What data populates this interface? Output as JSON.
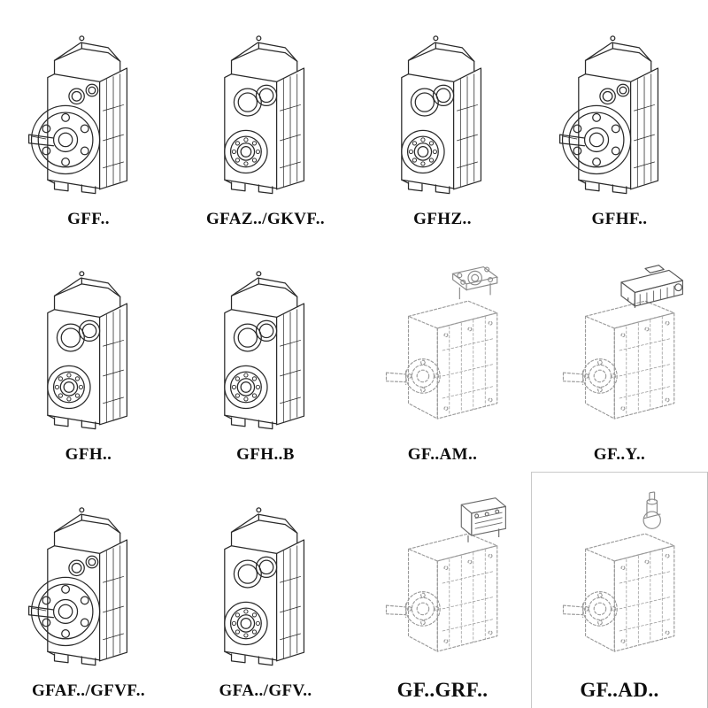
{
  "page": {
    "background": "#ffffff",
    "ink_color": "#2a2a2a",
    "ghost_color": "#9b9b9b",
    "description": "Catalog sheet of parallel shaft helical gearbox type variants, isometric line drawings with model designations"
  },
  "grid": {
    "columns": 4,
    "rows": 3,
    "cells": [
      {
        "label": "GFF..",
        "drawing": "gearbox-output-flange-solid-shaft"
      },
      {
        "label": "GFAZ../GKVF..",
        "drawing": "gearbox-hollow-shaft-bearing-face"
      },
      {
        "label": "GFHZ..",
        "drawing": "gearbox-hollow-shaft-bearing-face"
      },
      {
        "label": "GFHF..",
        "drawing": "gearbox-output-flange-bolted"
      },
      {
        "label": "GFH..",
        "drawing": "gearbox-hollow-shaft-bearing-face"
      },
      {
        "label": "GFH..B",
        "drawing": "gearbox-hollow-shaft-bearing-face"
      },
      {
        "label": "GF..AM..",
        "drawing": "gearbox-ghost-input-flange-adapter"
      },
      {
        "label": "GF..Y..",
        "drawing": "gearbox-ghost-with-motor"
      },
      {
        "label": "GFAF../GFVF..",
        "drawing": "gearbox-output-flange-solid-shaft"
      },
      {
        "label": "GFA../GFV..",
        "drawing": "gearbox-hollow-shaft-bearing-face"
      },
      {
        "label": "GF..GRF..",
        "drawing": "gearbox-ghost-with-input-block"
      },
      {
        "label": "GF..AD..",
        "drawing": "gearbox-ghost-input-shaft-stub"
      }
    ]
  }
}
